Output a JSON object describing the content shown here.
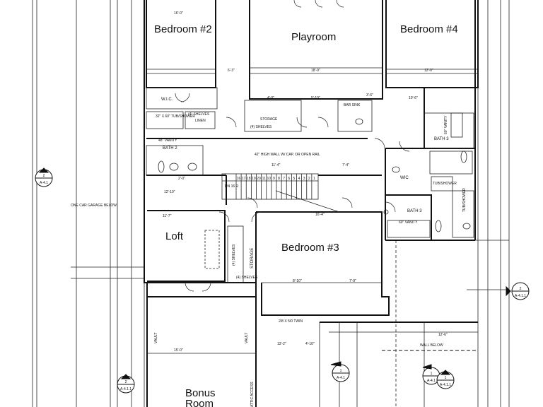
{
  "rooms": {
    "bedroom2": "Bedroom #2",
    "playroom": "Playroom",
    "bedroom4": "Bedroom #4",
    "loft": "Loft",
    "bedroom3": "Bedroom #3",
    "bonus_line1": "Bonus",
    "bonus_line2": "Room"
  },
  "labels": {
    "wic_left": "W.I.C.",
    "wic_right": "WIC",
    "bath2": "BATH 2",
    "bath3a": "BATH 3",
    "bath3b": "BATH 3",
    "storage_top": "STORAGE",
    "storage_loft": "STORAGE",
    "shelves_top": "(4) SHELVES",
    "shelves_linen": "(4) SHELVES",
    "linen": "LINEN",
    "shelves_loft": "(4) SHELVES",
    "tub_shower_left": "32\" X 60\" TUB/SHOWER",
    "tub_shower_right": "TUB/SHOWER",
    "tub_shower_right2": "TUB/SHOWER",
    "vanity_left": "48\" VANITY",
    "vanity_right": "60\" VANITY",
    "vanity_right2": "60\" VANITY",
    "bar_sink": "BAR SINK",
    "high_wall": "42\" HIGH WALL W/ CAP, OR OPEN RAIL",
    "garage_below": "ONE CAR GARAGE BELOW",
    "wall_below": "WALL BELOW",
    "attic_access": "ATTIC ACCESS",
    "vault_left": "VAULT",
    "vault_right": "VAULT",
    "twin": "2/8 X 5/0 TWIN",
    "dn": "DN 16 R",
    "shelves_storage": "(4) SHELVES"
  },
  "dims": {
    "d1": "16'-0\"",
    "d2": "18'-9\"",
    "d3": "12'-0\"",
    "d4": "12'-10\"",
    "d5": "11'-7\"",
    "d6": "16'-4\"",
    "d7": "5'-10\"",
    "d8": "6'-3\"",
    "d9": "4'-0\"",
    "d10": "7'-4\"",
    "d11": "11'-4\"",
    "d12": "2'-0\"",
    "d13": "15'-0\"",
    "d14": "8'-10\"",
    "d15": "7'-9\"",
    "d16": "4'-10\"",
    "d17": "10'-6\"",
    "d18": "3'-6\"",
    "d19": "12'-6\"",
    "d20": "13'-2\""
  },
  "markers": [
    {
      "top": "2",
      "bottom": "A-4.1"
    },
    {
      "top": "2",
      "bottom": "A-4.1.1"
    },
    {
      "top": "1",
      "bottom": "A-4.1"
    },
    {
      "top": "1",
      "bottom": "A-4.1"
    },
    {
      "top": "1",
      "bottom": "A-4.1.1"
    }
  ],
  "stairs": [
    "16",
    "17",
    "18",
    "19",
    "20",
    "11",
    "10",
    "9",
    "8",
    "7",
    "6",
    "5",
    "4",
    "3",
    "2",
    "1"
  ]
}
